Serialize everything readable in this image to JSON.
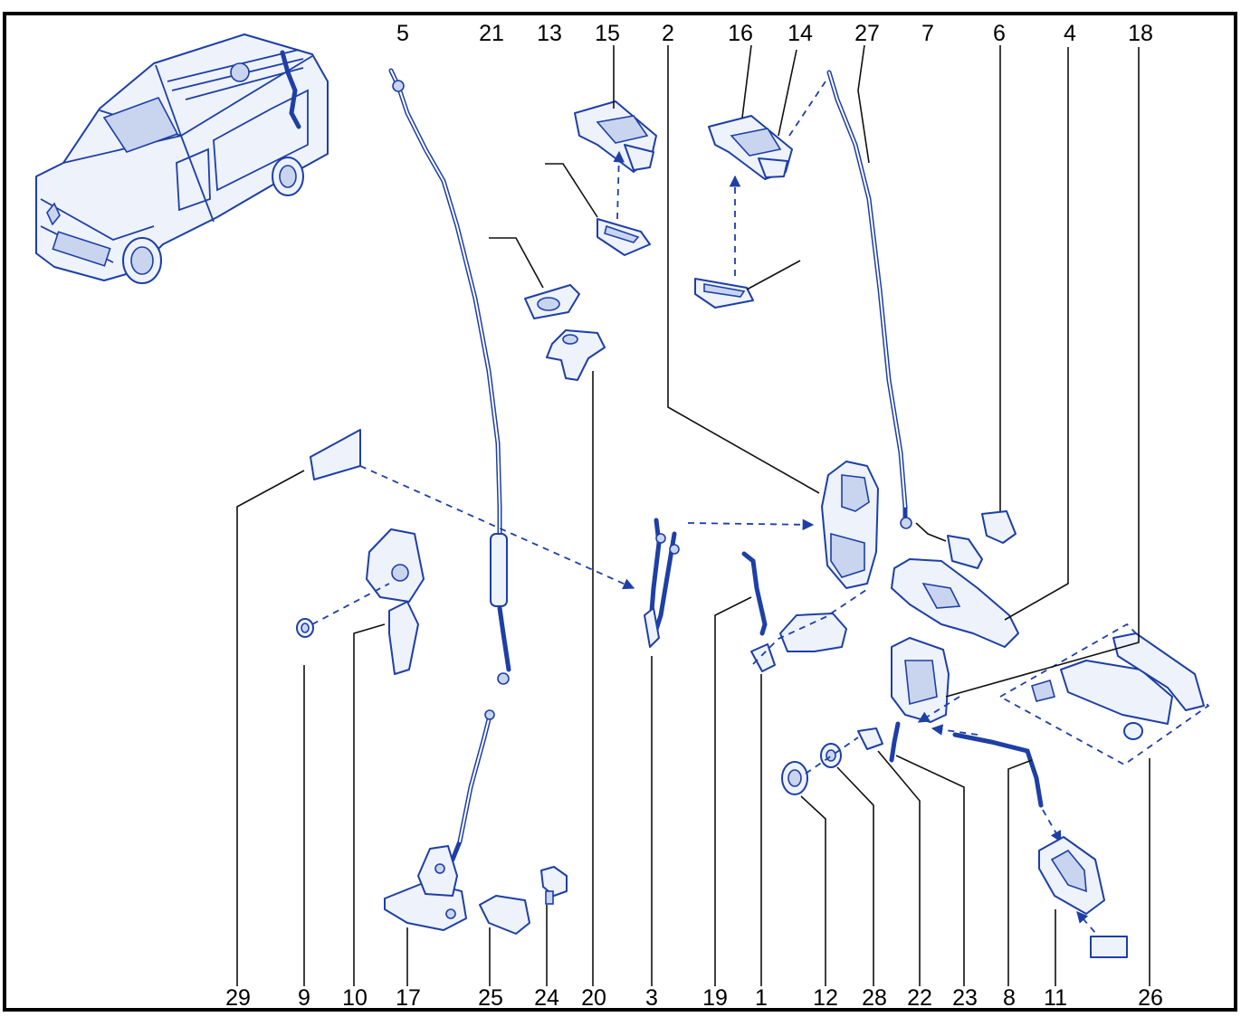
{
  "diagram": {
    "top_labels": [
      "5",
      "21",
      "13",
      "15",
      "2",
      "16",
      "14",
      "27",
      "7",
      "6",
      "4",
      "18"
    ],
    "bottom_labels": [
      "29",
      "9",
      "10",
      "17",
      "25",
      "24",
      "20",
      "3",
      "19",
      "1",
      "12",
      "28",
      "22",
      "23",
      "8",
      "11",
      "26"
    ]
  },
  "colors": {
    "line": "#1d3fa6",
    "fill": "#eef2fb",
    "label": "#000000",
    "border": "#000000"
  }
}
